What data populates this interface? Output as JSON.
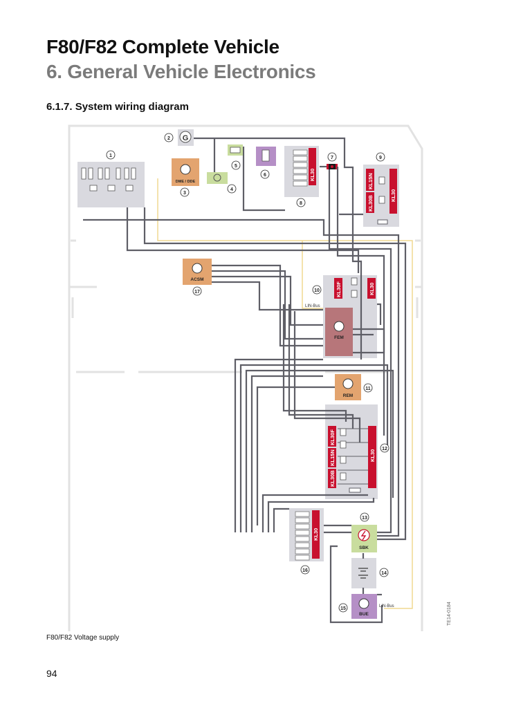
{
  "header": {
    "title": "F80/F82 Complete Vehicle",
    "chapter": "6. General Vehicle Electronics",
    "section": "6.1.7. System wiring diagram"
  },
  "diagram": {
    "colors": {
      "wire": "#5e5e66",
      "lin_bus": "#f0d890",
      "panel": "#d9d9df",
      "terminal": "#c8102e",
      "module_orange": "#e3a46f",
      "module_green": "#c9dd9e",
      "module_purple": "#b58fc6",
      "module_fem": "#b7767a"
    },
    "terminals": {
      "kl30": "KL30",
      "kl30f": "KL30F",
      "kl15n": "KL15N",
      "kl30b": "KL30B"
    },
    "modules": {
      "dme": "DME / DDE",
      "acsm": "ACSM",
      "fem": "FEM",
      "rem": "REM",
      "sbk": "SBK",
      "bue": "BUE"
    },
    "generator_symbol": "G",
    "lin_bus_label": "LIN-Bus",
    "callouts": [
      "1",
      "2",
      "3",
      "4",
      "5",
      "6",
      "7",
      "8",
      "9",
      "10",
      "11",
      "12",
      "13",
      "14",
      "15",
      "16",
      "17"
    ],
    "image_code": "TE14-0184"
  },
  "figure_caption": "F80/F82 Voltage supply",
  "page_number": "94"
}
